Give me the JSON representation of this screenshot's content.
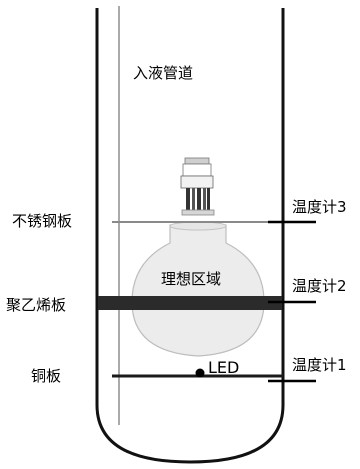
{
  "labels": {
    "inlet_pipe": "入液管道",
    "ideal_zone": "理想区域",
    "led": "LED",
    "stainless_plate": "不锈钢板",
    "pe_plate": "聚乙烯板",
    "copper_plate": "铜板",
    "thermometer_3": "温度计3",
    "thermometer_2": "温度计2",
    "thermometer_1": "温度计1"
  }
}
